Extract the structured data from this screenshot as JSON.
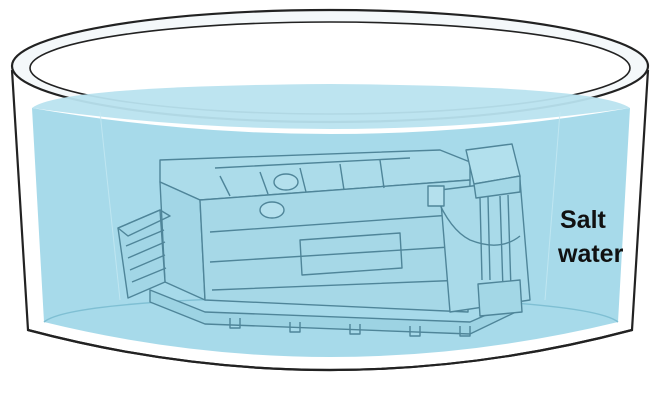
{
  "diagram": {
    "label": {
      "line1": "Salt",
      "line2": "water"
    },
    "colors": {
      "water": "#9fd7e8",
      "water_surface": "#b9e3ef",
      "container_outline": "#222222",
      "container_rim_fill": "#f2f7f9",
      "battery_outline": "#5a8fa3",
      "battery_fill": "#a9dae9"
    },
    "components": [
      "container",
      "salt-water",
      "battery-pack",
      "electronics-module"
    ]
  }
}
